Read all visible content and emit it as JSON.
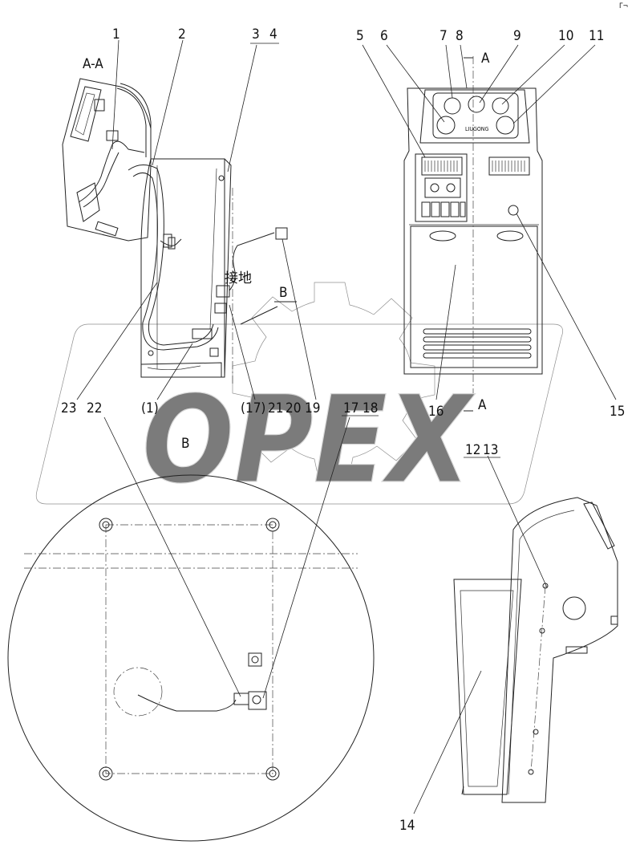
{
  "corner_mark": "Γ¬",
  "section_label": "A-A",
  "view_label": "B",
  "section_marker_top": "A",
  "section_marker_bottom": "A",
  "ground_label": "接地",
  "brand_label": "LIUGONG",
  "watermark": "OPEX",
  "callouts": {
    "c1": "1",
    "c2": "2",
    "c3": "3",
    "c4": "4",
    "c5": "5",
    "c6": "6",
    "c7": "7",
    "c8": "8",
    "c9": "9",
    "c10": "10",
    "c11": "11",
    "c12": "12",
    "c13": "13",
    "c14": "14",
    "c15": "15",
    "c16": "16",
    "c17": "17",
    "c18": "18",
    "c19": "19",
    "c20": "20",
    "c21": "21",
    "c22": "22",
    "c23": "23",
    "c1p": "(1)",
    "c17p": "(17)"
  }
}
